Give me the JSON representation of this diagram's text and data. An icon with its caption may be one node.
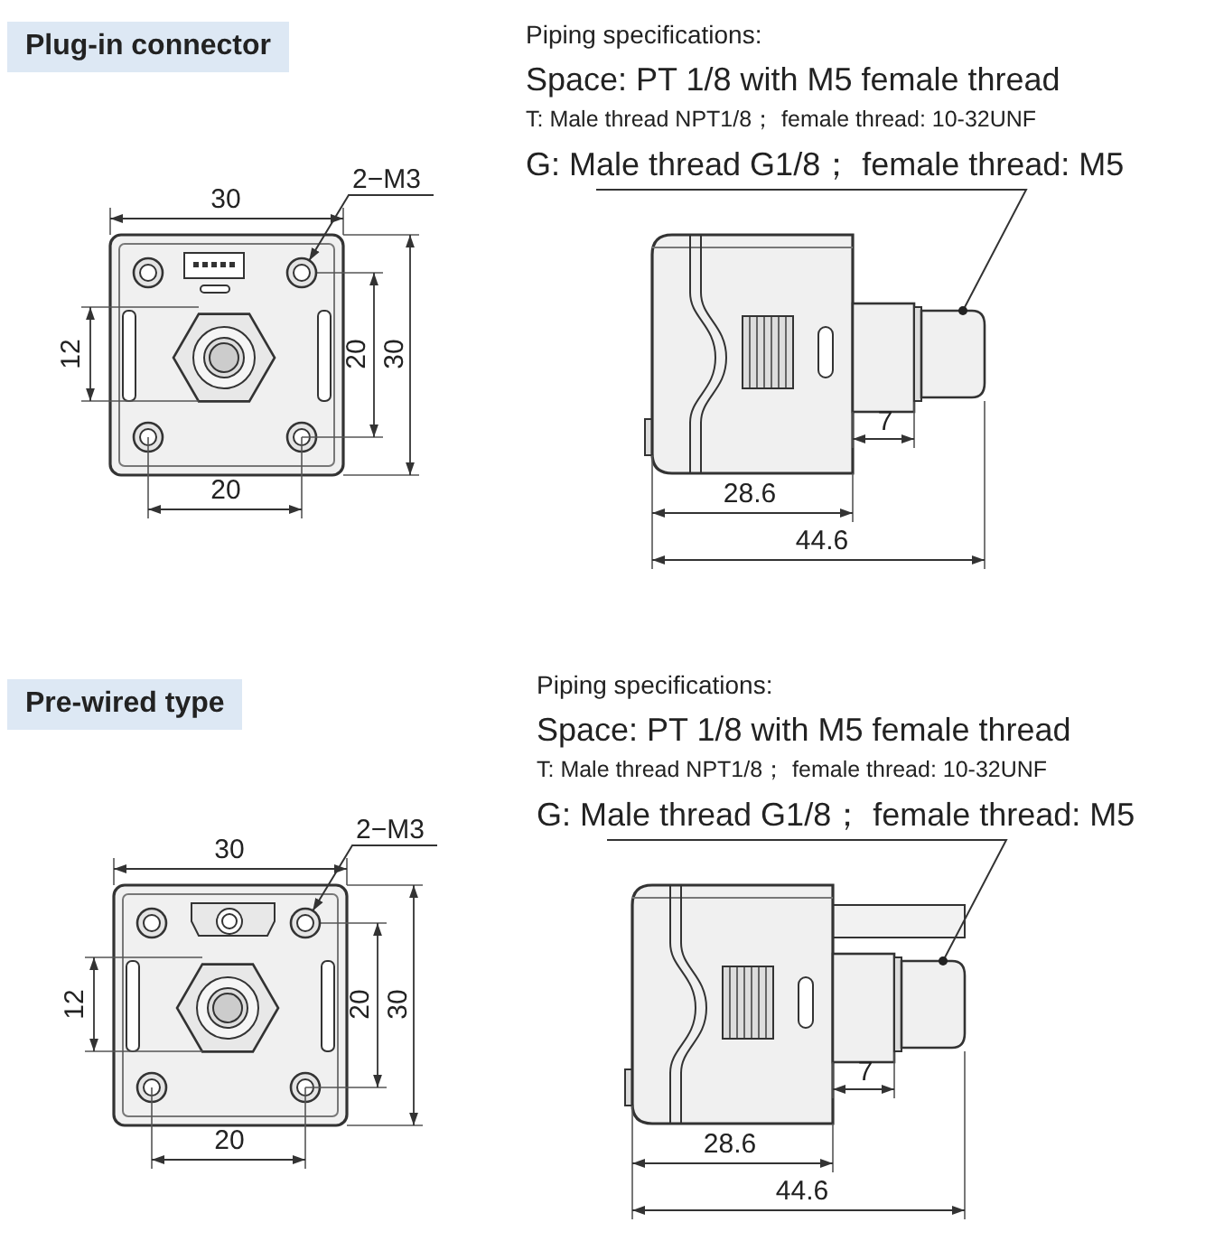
{
  "diagram": {
    "nodes": [
      {
        "text": [
          "Plug-in connector"
        ]
      },
      {
        "text": [
          "2−M3"
        ]
      },
      {
        "text": [],
        "shape": "circle"
      },
      {
        "text": [
          "G: Male thread G1/8； female thread: M5"
        ]
      },
      {
        "text": [],
        "shape": "cylinder"
      },
      {
        "text": [
          "Pre-wired type"
        ]
      },
      {
        "text": [
          "2−M3"
        ]
      },
      {
        "text": [],
        "shape": "circle"
      },
      {
        "text": [
          "G: Male thread G1/8； female thread: M5"
        ]
      },
      {
        "text": [],
        "shape": "cylinder"
      }
    ],
    "edges": [
      {
        "from": 1,
        "to": 2,
        "arrow": "to"
      },
      {
        "from": 3,
        "to": 4,
        "arrow": "other"
      },
      {
        "from": 6,
        "to": 7,
        "arrow": "to"
      },
      {
        "from": 8,
        "to": 9,
        "arrow": "other"
      }
    ],
    "labels": [
      "Piping specifications:",
      "Space: PT 1/8 with M5 female thread",
      "T: Male thread NPT1/8； female thread: 10-32UNF",
      "30",
      "12",
      "20",
      "30",
      "20",
      "7",
      "28.6",
      "44.6",
      "Piping specifications:",
      "Space: PT 1/8 with M5 female thread",
      "T: Male thread NPT1/8； female thread: 10-32UNF",
      "30",
      "12",
      "20",
      "30",
      "20",
      "7",
      "28.6",
      "44.6"
    ]
  }
}
